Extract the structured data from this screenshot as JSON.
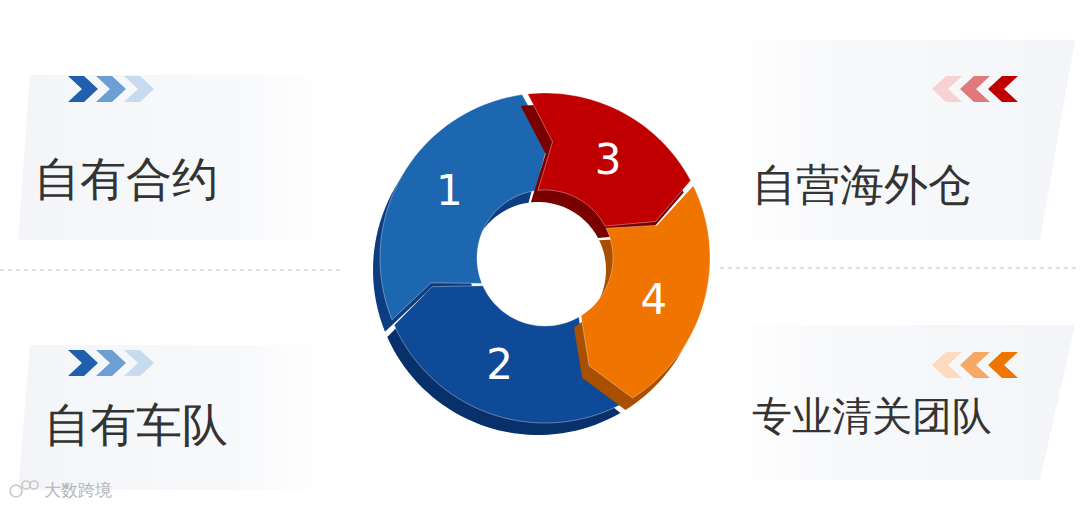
{
  "diagram": {
    "nodes": [
      {
        "text": [
          "1"
        ]
      },
      {
        "text": [
          "2"
        ]
      },
      {
        "text": [
          "3"
        ]
      },
      {
        "text": [
          "4"
        ]
      }
    ],
    "labels": [
      "自有合约",
      "自营海外仓",
      "自有车队",
      "专业清关团队",
      "大数跨境"
    ]
  }
}
